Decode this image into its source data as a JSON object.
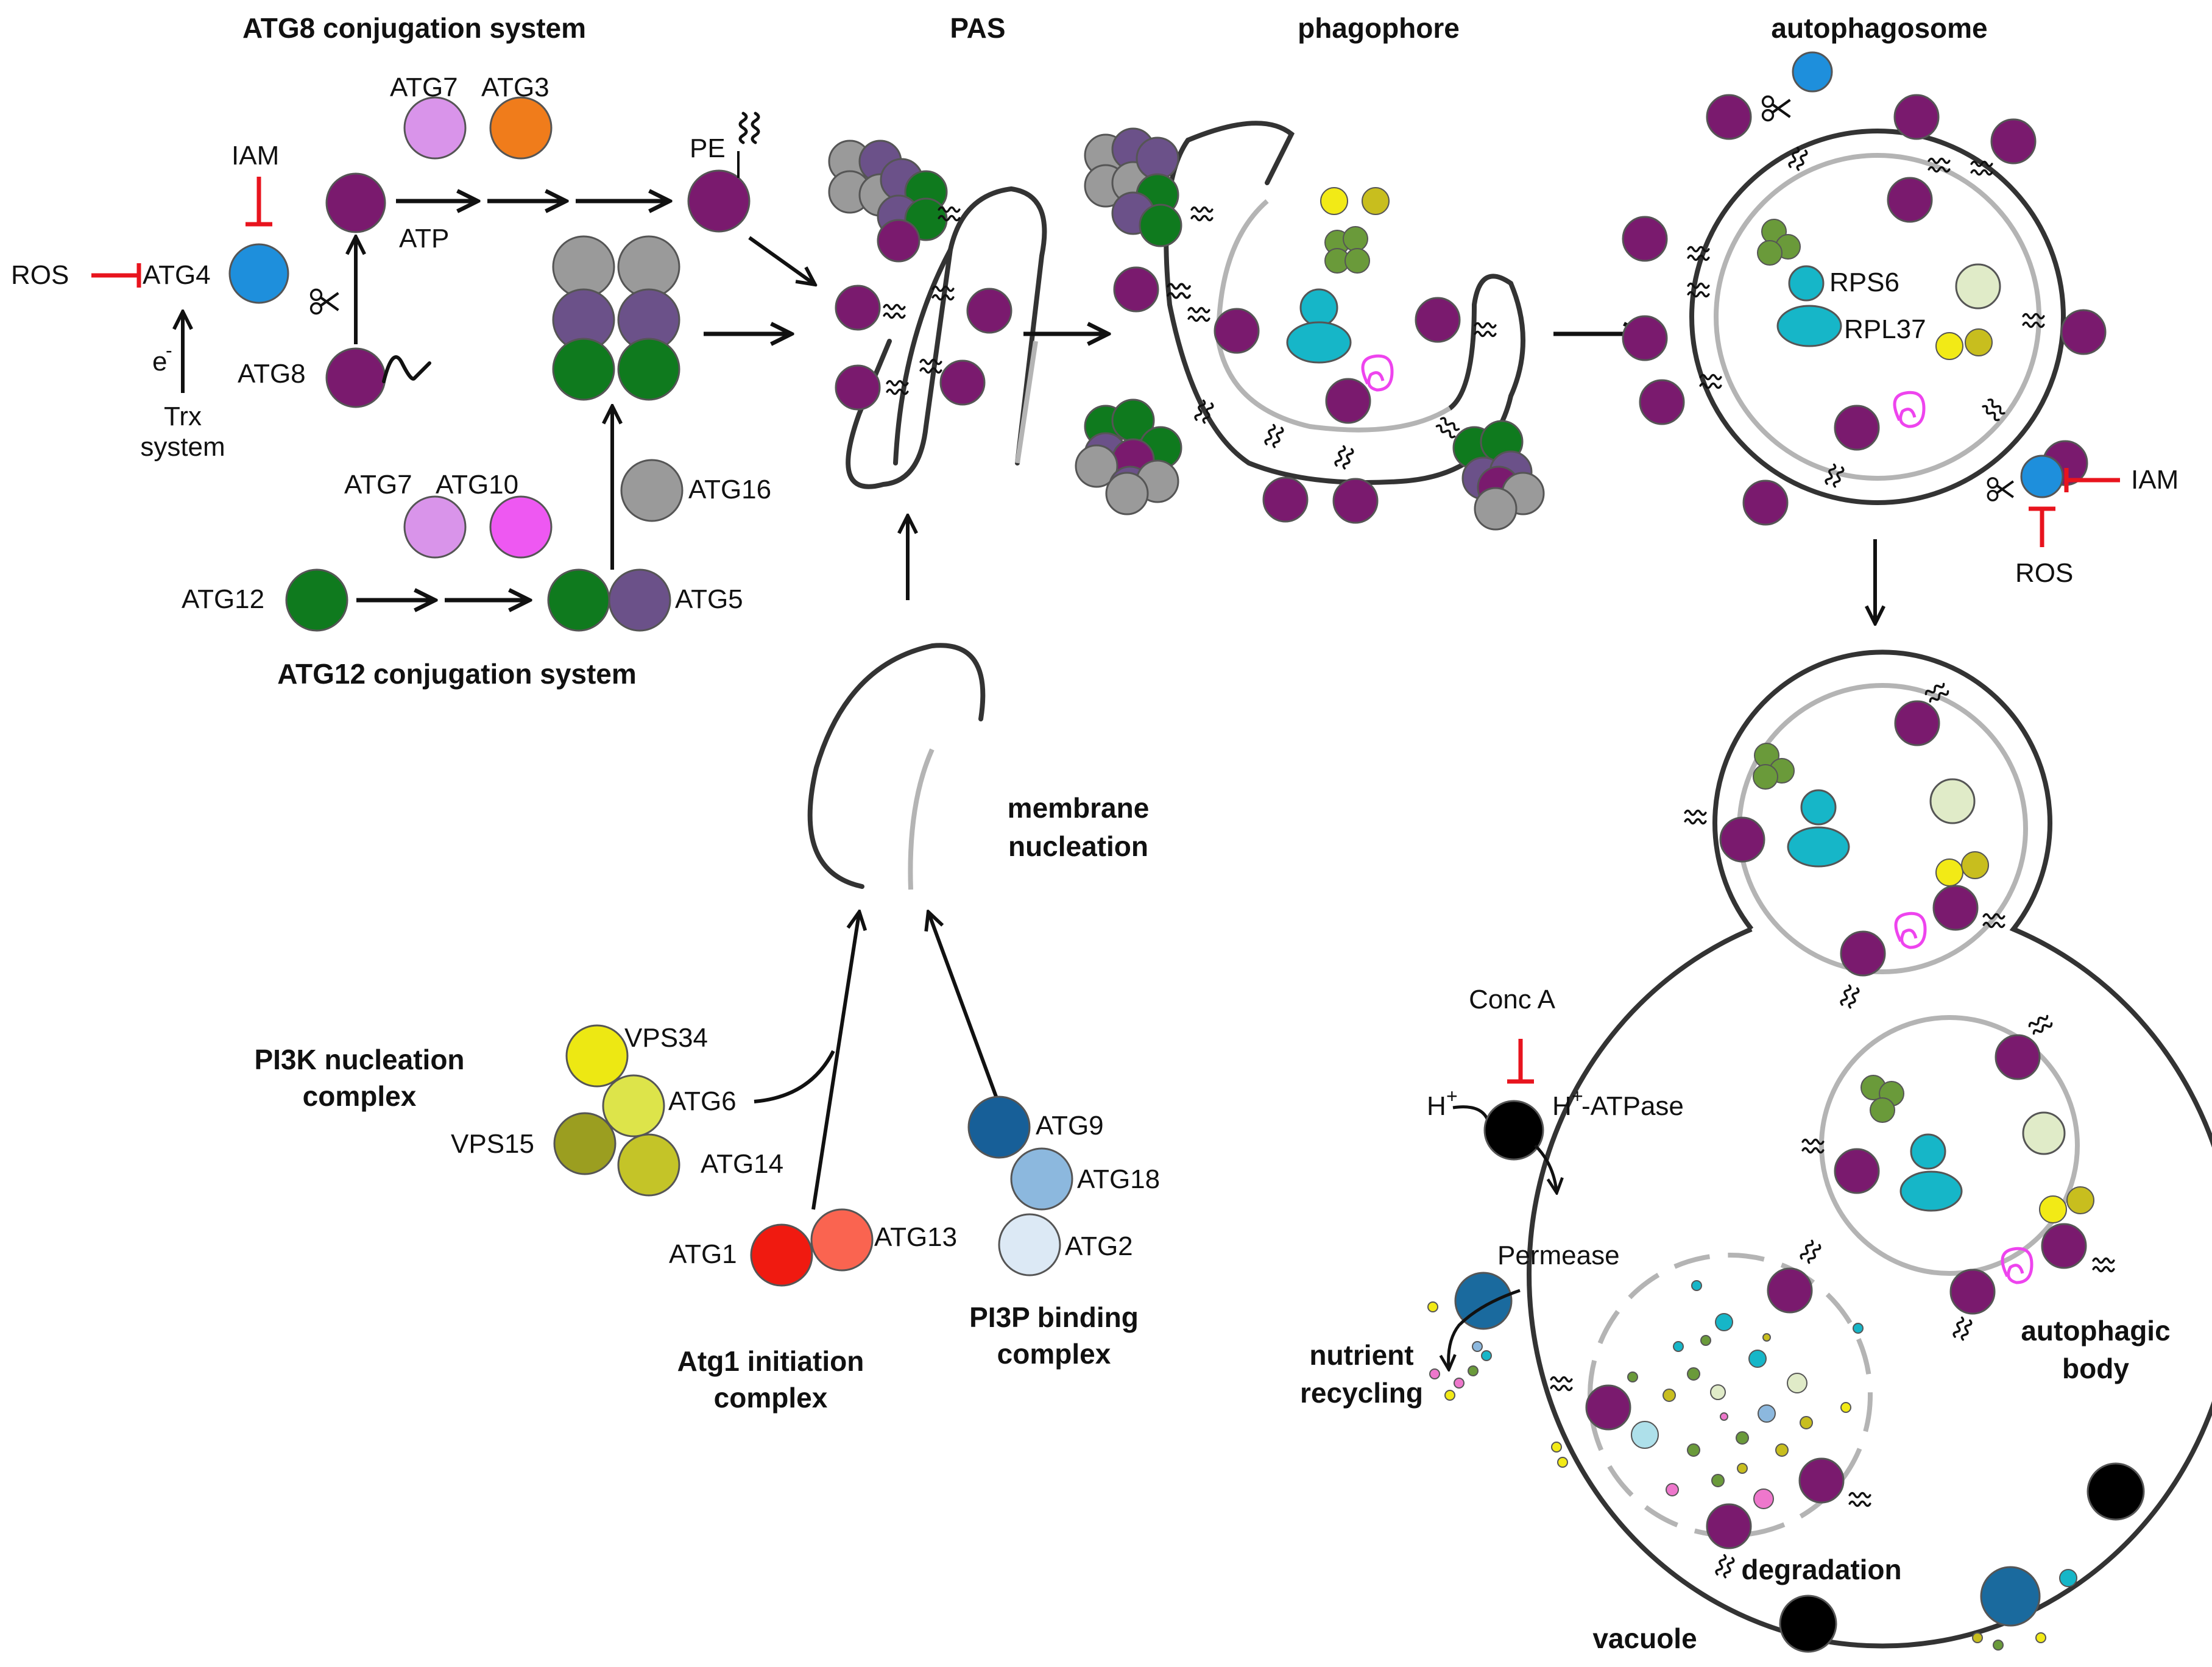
{
  "titles": {
    "atg8_system": "ATG8 conjugation system",
    "pas": "PAS",
    "phagophore": "phagophore",
    "autophagosome": "autophagosome",
    "atg12_system": "ATG12 conjugation system",
    "membrane_nucleation_1": "membrane",
    "membrane_nucleation_2": "nucleation",
    "pi3k_complex_1": "PI3K nucleation",
    "pi3k_complex_2": "complex",
    "atg1_complex_1": "Atg1 initiation",
    "atg1_complex_2": "complex",
    "pi3p_complex_1": "PI3P binding",
    "pi3p_complex_2": "complex",
    "nutrient_recycling_1": "nutrient",
    "nutrient_recycling_2": "recycling",
    "autophagic_body_1": "autophagic",
    "autophagic_body_2": "body",
    "degradation": "degradation",
    "vacuole": "vacuole"
  },
  "labels": {
    "ros": "ROS",
    "atg4": "ATG4",
    "iam": "IAM",
    "electron": "e",
    "electron_sup": "-",
    "trx_1": "Trx",
    "trx_2": "system",
    "atg8": "ATG8",
    "atg7": "ATG7",
    "atg3": "ATG3",
    "atp": "ATP",
    "pe": "PE",
    "atg10": "ATG10",
    "atg12": "ATG12",
    "atg5": "ATG5",
    "atg16": "ATG16",
    "rps6": "RPS6",
    "rpl37": "RPL37",
    "iam_right": "IAM",
    "ros_right": "ROS",
    "vps34": "VPS34",
    "atg6": "ATG6",
    "vps15": "VPS15",
    "atg14": "ATG14",
    "atg1": "ATG1",
    "atg13": "ATG13",
    "atg9": "ATG9",
    "atg18": "ATG18",
    "atg2": "ATG2",
    "conc_a": "Conc A",
    "h_plus": "H",
    "h_plus_sup": "+",
    "h_atpase_sup": "+",
    "h_atpase_prefix": "H",
    "h_atpase_rest": "-ATPase",
    "permease": "Permease"
  },
  "colors": {
    "purple_atg8": "#7a1a6e",
    "blue_atg4": "#1e8fdc",
    "atg7": "#d994ea",
    "atg3": "#f07c1b",
    "atg10": "#ee58f2",
    "green_atg12": "#0f7a1e",
    "atg5": "#6b5189",
    "atg16": "#9a9a9a",
    "cyan_ribosome": "#16b6c8",
    "olive_cargo": "#6a9a3a",
    "yellow_cargo": "#f2ea16",
    "yellow_dark": "#c8be1e",
    "pale_green": "#e0ebc8",
    "vps34": "#ede813",
    "atg6": "#dde44a",
    "vps15": "#9b9e20",
    "atg14": "#c4c428",
    "atg1": "#f01a10",
    "atg13": "#fa6450",
    "atg9": "#175f98",
    "atg18": "#8cb8de",
    "atg2": "#dce9f5",
    "inhibitor_red": "#e8141e",
    "membrane_dark": "#333333",
    "membrane_light": "#b4b4b4",
    "permease": "#1a6a9e",
    "atpase": "#000000",
    "protein_magenta": "#ee44ee"
  },
  "icons": [
    "scissors-icon",
    "pe-lipid-anchor-icon",
    "inhibition-bar-icon",
    "arrow-icon"
  ]
}
